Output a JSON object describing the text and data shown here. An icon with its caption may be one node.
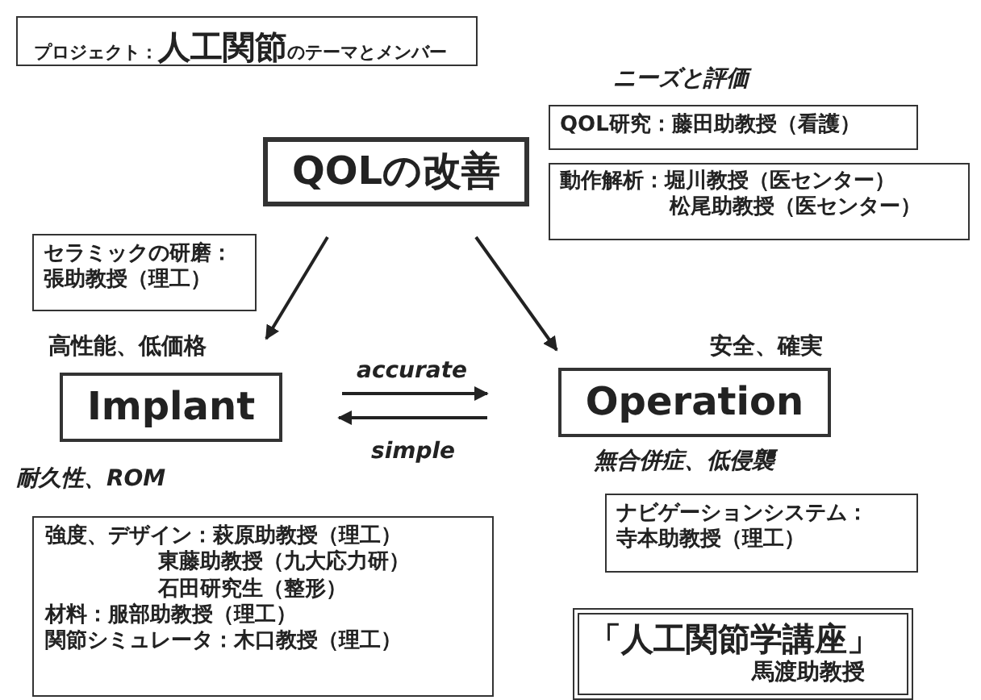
{
  "diagram": {
    "nodes": [
      {
        "text": [
          "プロジェクト：**人工関節**のテーマとメンバー"
        ]
      },
      {
        "text": [
          "QOLの改善"
        ]
      },
      {
        "text": [
          "QOL研究：藤田助教授（看護）"
        ]
      },
      {
        "text": [
          "動作解析：堀川教授（医センター）松尾助教授（医センター）"
        ]
      },
      {
        "text": [
          "セラミックの研磨：張助教授（理工）"
        ]
      },
      {
        "text": [
          "Implant"
        ],
        "beside": [
          "高性能、低価格"
        ]
      },
      {
        "text": [
          "Operation"
        ],
        "beside": [
          "安全、確実"
        ]
      },
      {
        "text": [
          "強度、デザイン：萩原助教授（理工）東藤助教授（九大応力研）石田研究生（整形）",
          "材料：服部助教授（理工）",
          "関節シミュレータ：木口教授（理工）"
        ]
      },
      {
        "text": [
          "ナビゲーションシステム：寺本助教授（理工）"
        ]
      },
      {
        "text": [
          "「人工関節学講座」",
          "馬渡助教授"
        ]
      }
    ],
    "edges": [
      {
        "from": 1,
        "to": 5,
        "arrow": "to"
      },
      {
        "from": 1,
        "to": 6,
        "arrow": "to"
      },
      {
        "from": 5,
        "to": 6,
        "arrow": "to",
        "label": "accurate"
      },
      {
        "from": 6,
        "to": 5,
        "arrow": "to",
        "label": "simple"
      }
    ],
    "labels": [
      "ニーズと評価",
      "耐久性、ROM",
      "無合併症、低侵襲"
    ]
  }
}
